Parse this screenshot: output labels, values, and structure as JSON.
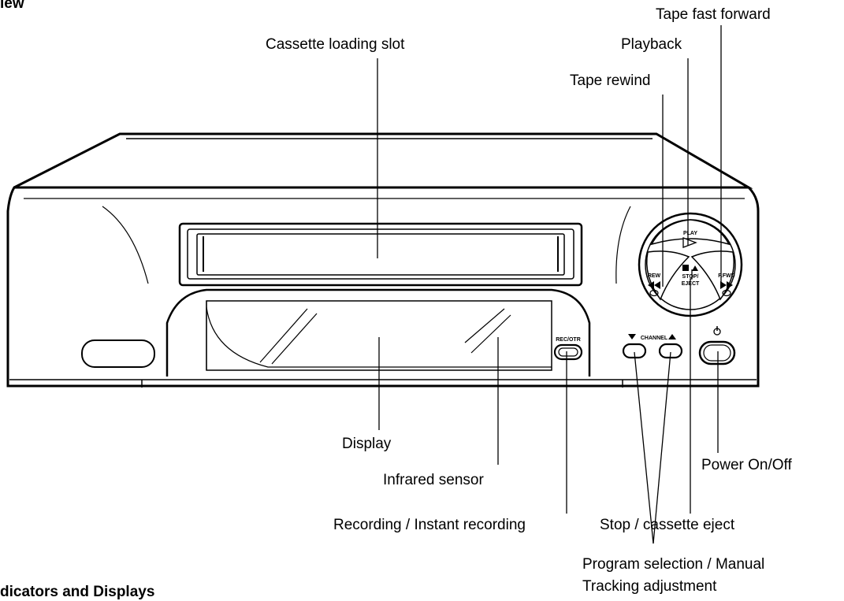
{
  "headings": {
    "top": "iew",
    "bottom": "dicators and Displays"
  },
  "callouts": {
    "tape_fast_forward": "Tape fast forward",
    "cassette_loading_slot": "Cassette loading slot",
    "playback": "Playback",
    "tape_rewind": "Tape rewind",
    "display": "Display",
    "infrared_sensor": "Infrared sensor",
    "power": "Power On/Off",
    "recording": "Recording / Instant recording",
    "stop_eject": "Stop / cassette eject",
    "program_selection_line1": "Program selection / Manual",
    "program_selection_line2": "Tracking adjustment"
  },
  "device": {
    "play": "PLAY",
    "rew": "REW",
    "ffwd": "F.FWD",
    "stop_line1": "STOP/",
    "stop_line2": "EJECT",
    "rec_otr": "REC/OTR",
    "channel": "CHANNEL"
  },
  "icons": {
    "stop_eject": "stop-eject-icon",
    "play": "play-icon",
    "rewind": "rewind-icon",
    "fast_forward": "fast-forward-icon",
    "power": "power-icon",
    "channel_down": "channel-down-icon",
    "channel_up": "channel-up-icon"
  }
}
